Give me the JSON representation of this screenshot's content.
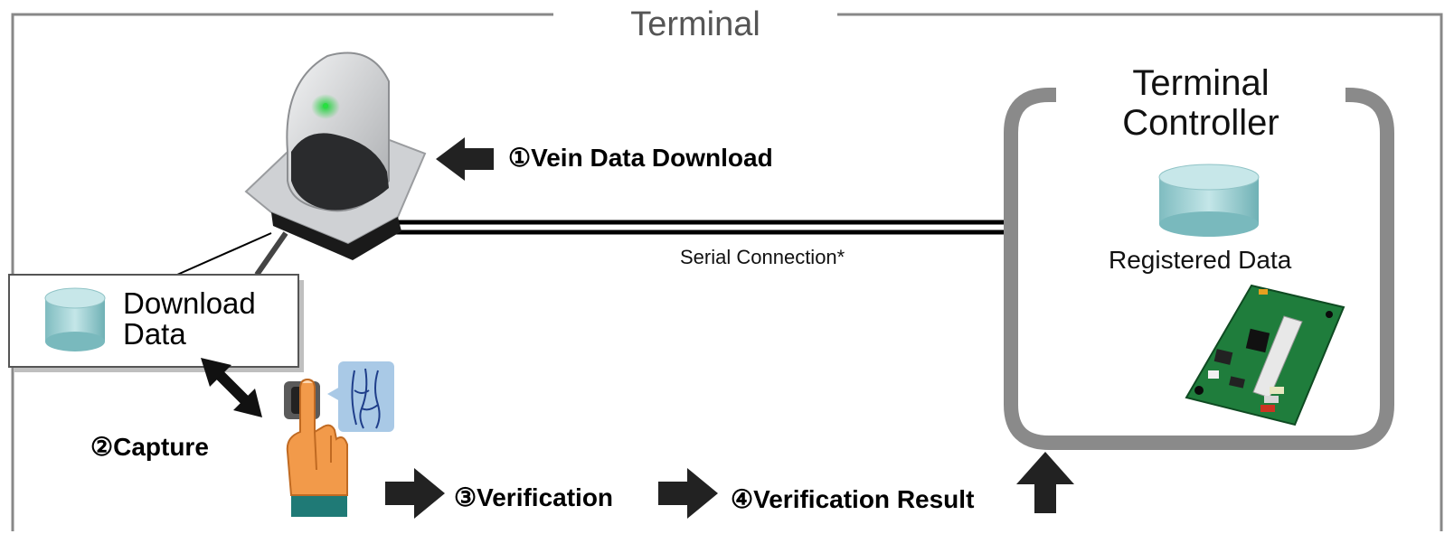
{
  "frame": {
    "title": "Terminal"
  },
  "controller": {
    "title": "Terminal Controller",
    "db_label": "Registered Data"
  },
  "connection": {
    "label": "Serial Connection*"
  },
  "download_box": {
    "label": "Download Data"
  },
  "steps": {
    "download": "①Vein Data Download",
    "capture": "②Capture",
    "verification": "③Verification",
    "result": "④Verification Result"
  },
  "colors": {
    "frame": "#888888",
    "controller_border": "#8a8a8a",
    "arrow": "#222222",
    "db_cylinder": "#8fc9cc",
    "finger": "#f29a4a",
    "sleeve": "#1f7a76",
    "vein_panel": "#a9c9e6",
    "circuit_board": "#1e7a3a",
    "scanner_body": "#d9dadc"
  },
  "icons": [
    "vein-scanner-device",
    "database-cylinder",
    "finger-icon",
    "vein-pattern-icon",
    "circuit-board"
  ]
}
